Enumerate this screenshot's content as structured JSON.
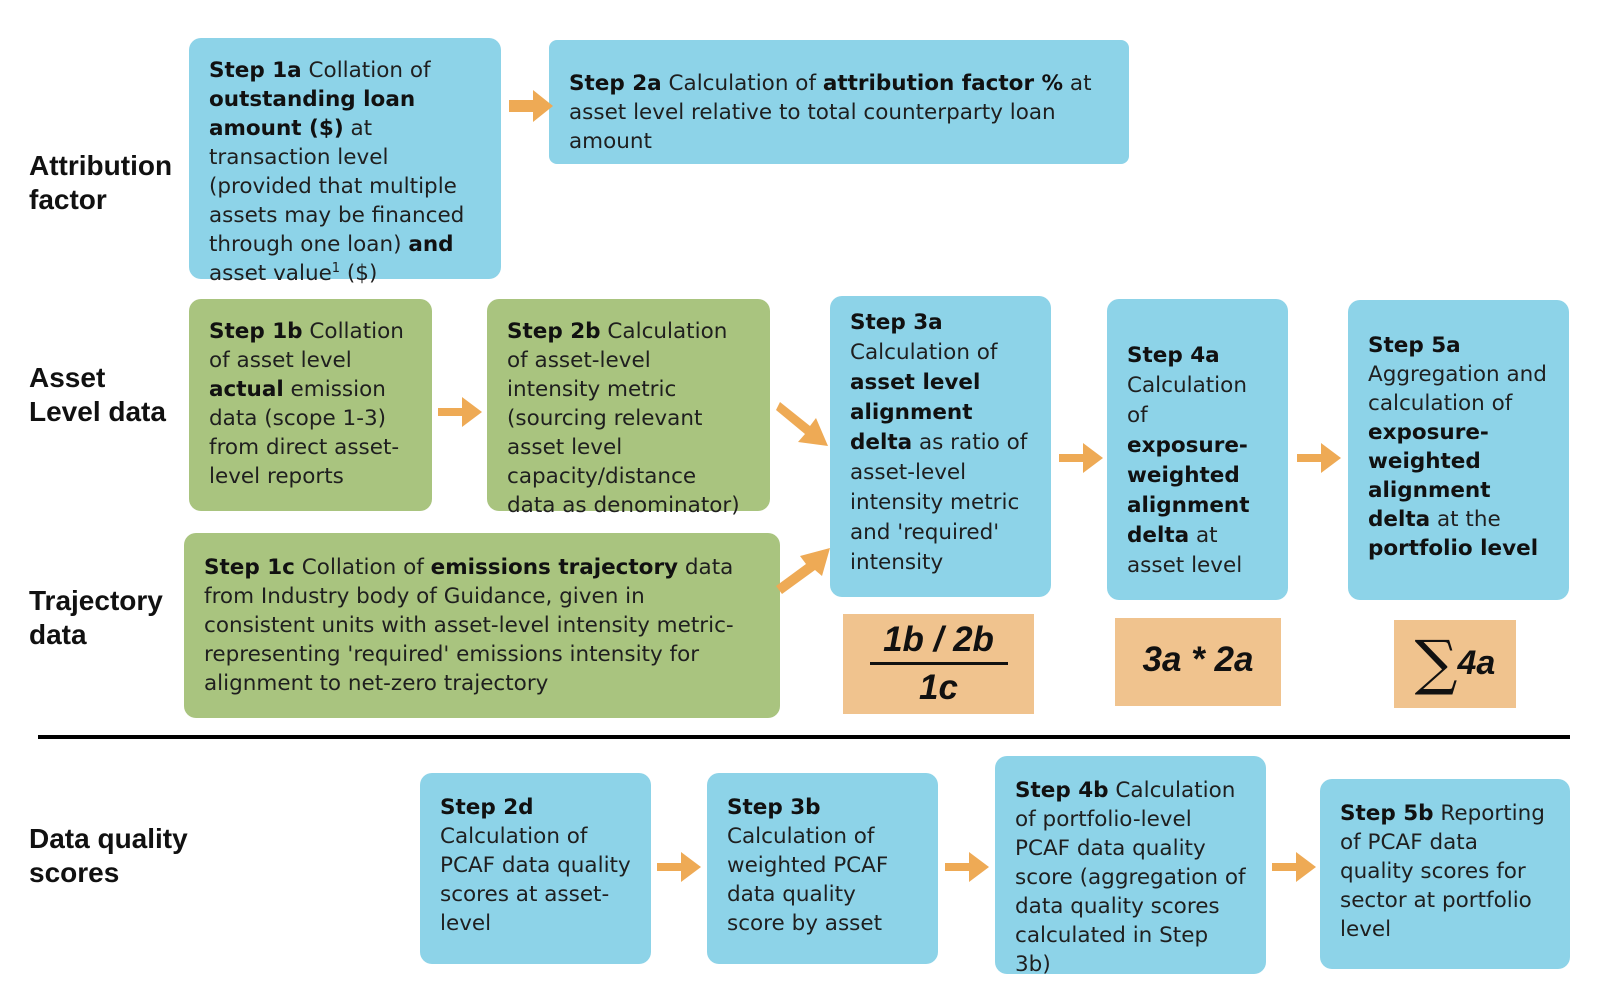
{
  "row_labels": {
    "attribution": "Attribution\nfactor",
    "asset": "Asset\nLevel data",
    "trajectory": "Trajectory\ndata",
    "quality": "Data quality\nscores"
  },
  "steps": {
    "s1a": {
      "step": "Step 1a",
      "t1": " Collation of ",
      "b1": "outstanding loan amount ($)",
      "t2": " at transaction level (provided that multiple assets may be financed through one loan) ",
      "b2": "and",
      "t3": " asset value",
      "sup": "1",
      "t4": " ($)"
    },
    "s2a": {
      "step": "Step 2a",
      "t1": " Calculation of ",
      "b1": "attribution factor %",
      "t2": " at asset level relative to total counterparty loan amount"
    },
    "s1b": {
      "step": "Step 1b",
      "t1": " Collation of asset level ",
      "b1": "actual",
      "t2": " emission data (scope 1-3) from direct asset-level reports"
    },
    "s2b": {
      "step": "Step 2b",
      "t1": " Calculation of asset-level intensity metric (sourcing relevant asset level capacity/distance data as denominator)"
    },
    "s3a": {
      "step": "Step 3a",
      "t1": "Calculation of ",
      "b1": "asset level alignment delta",
      "t2": " as ratio of asset-level intensity metric and 'required' intensity"
    },
    "s4a": {
      "step": "Step 4a",
      "t1": "Calculation of ",
      "b1": "exposure-weighted alignment delta",
      "t2": " at asset level"
    },
    "s5a": {
      "step": "Step 5a",
      "t1": "Aggregation and calculation of ",
      "b1": "exposure-weighted alignment delta",
      "t2": " at the ",
      "b2": "portfolio level"
    },
    "s1c": {
      "step": "Step 1c",
      "t1": " Collation of ",
      "b1": "emissions trajectory",
      "t2": " data from Industry body of Guidance, given in consistent units with asset-level intensity metric- representing 'required' emissions intensity for alignment to net-zero trajectory"
    },
    "s2d": {
      "step": "Step 2d",
      "t1": "Calculation of PCAF data quality scores at asset-level"
    },
    "s3b": {
      "step": "Step 3b",
      "t1": "Calculation of weighted PCAF data quality score by asset"
    },
    "s4b": {
      "step": "Step 4b",
      "t1": " Calculation of portfolio-level PCAF data quality score (aggregation of data quality scores calculated in Step 3b)"
    },
    "s5b": {
      "step": "Step 5b",
      "t1": " Reporting of PCAF data quality scores for sector at portfolio level"
    }
  },
  "formulas": {
    "f3a_num": "1b / 2b",
    "f3a_den": "1c",
    "f4a": "3a * 2a",
    "f5a_sym": "∑",
    "f5a_term": "4a"
  },
  "colors": {
    "blue": "#8dd3e8",
    "green": "#a9c47f",
    "formula": "#f0c38e",
    "arrow": "#eeaa55"
  }
}
